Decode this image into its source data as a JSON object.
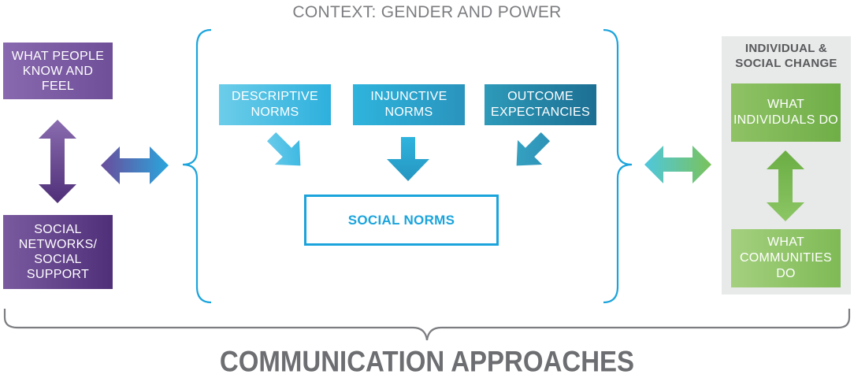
{
  "context_title": "CONTEXT: GENDER AND POWER",
  "left": {
    "top_box": "WHAT PEOPLE KNOW AND FEEL",
    "bottom_box": "SOCIAL NETWORKS/ SOCIAL SUPPORT"
  },
  "norms": {
    "descriptive": "DESCRIPTIVE NORMS",
    "injunctive": "INJUNCTIVE NORMS",
    "outcome": "OUTCOME EXPECTANCIES",
    "social_norms": "SOCIAL NORMS"
  },
  "right": {
    "title": "INDIVIDUAL & SOCIAL CHANGE",
    "top_box": "WHAT INDIVIDUALS DO",
    "bottom_box": "WHAT COMMUNITIES DO"
  },
  "footer": "COMMUNICATION APPROACHES",
  "colors": {
    "purple": "#6f4f98",
    "blue": "#1ba4dc",
    "teal": "#1c6f93",
    "green": "#6fae47",
    "gray_text": "#6d6e71"
  }
}
